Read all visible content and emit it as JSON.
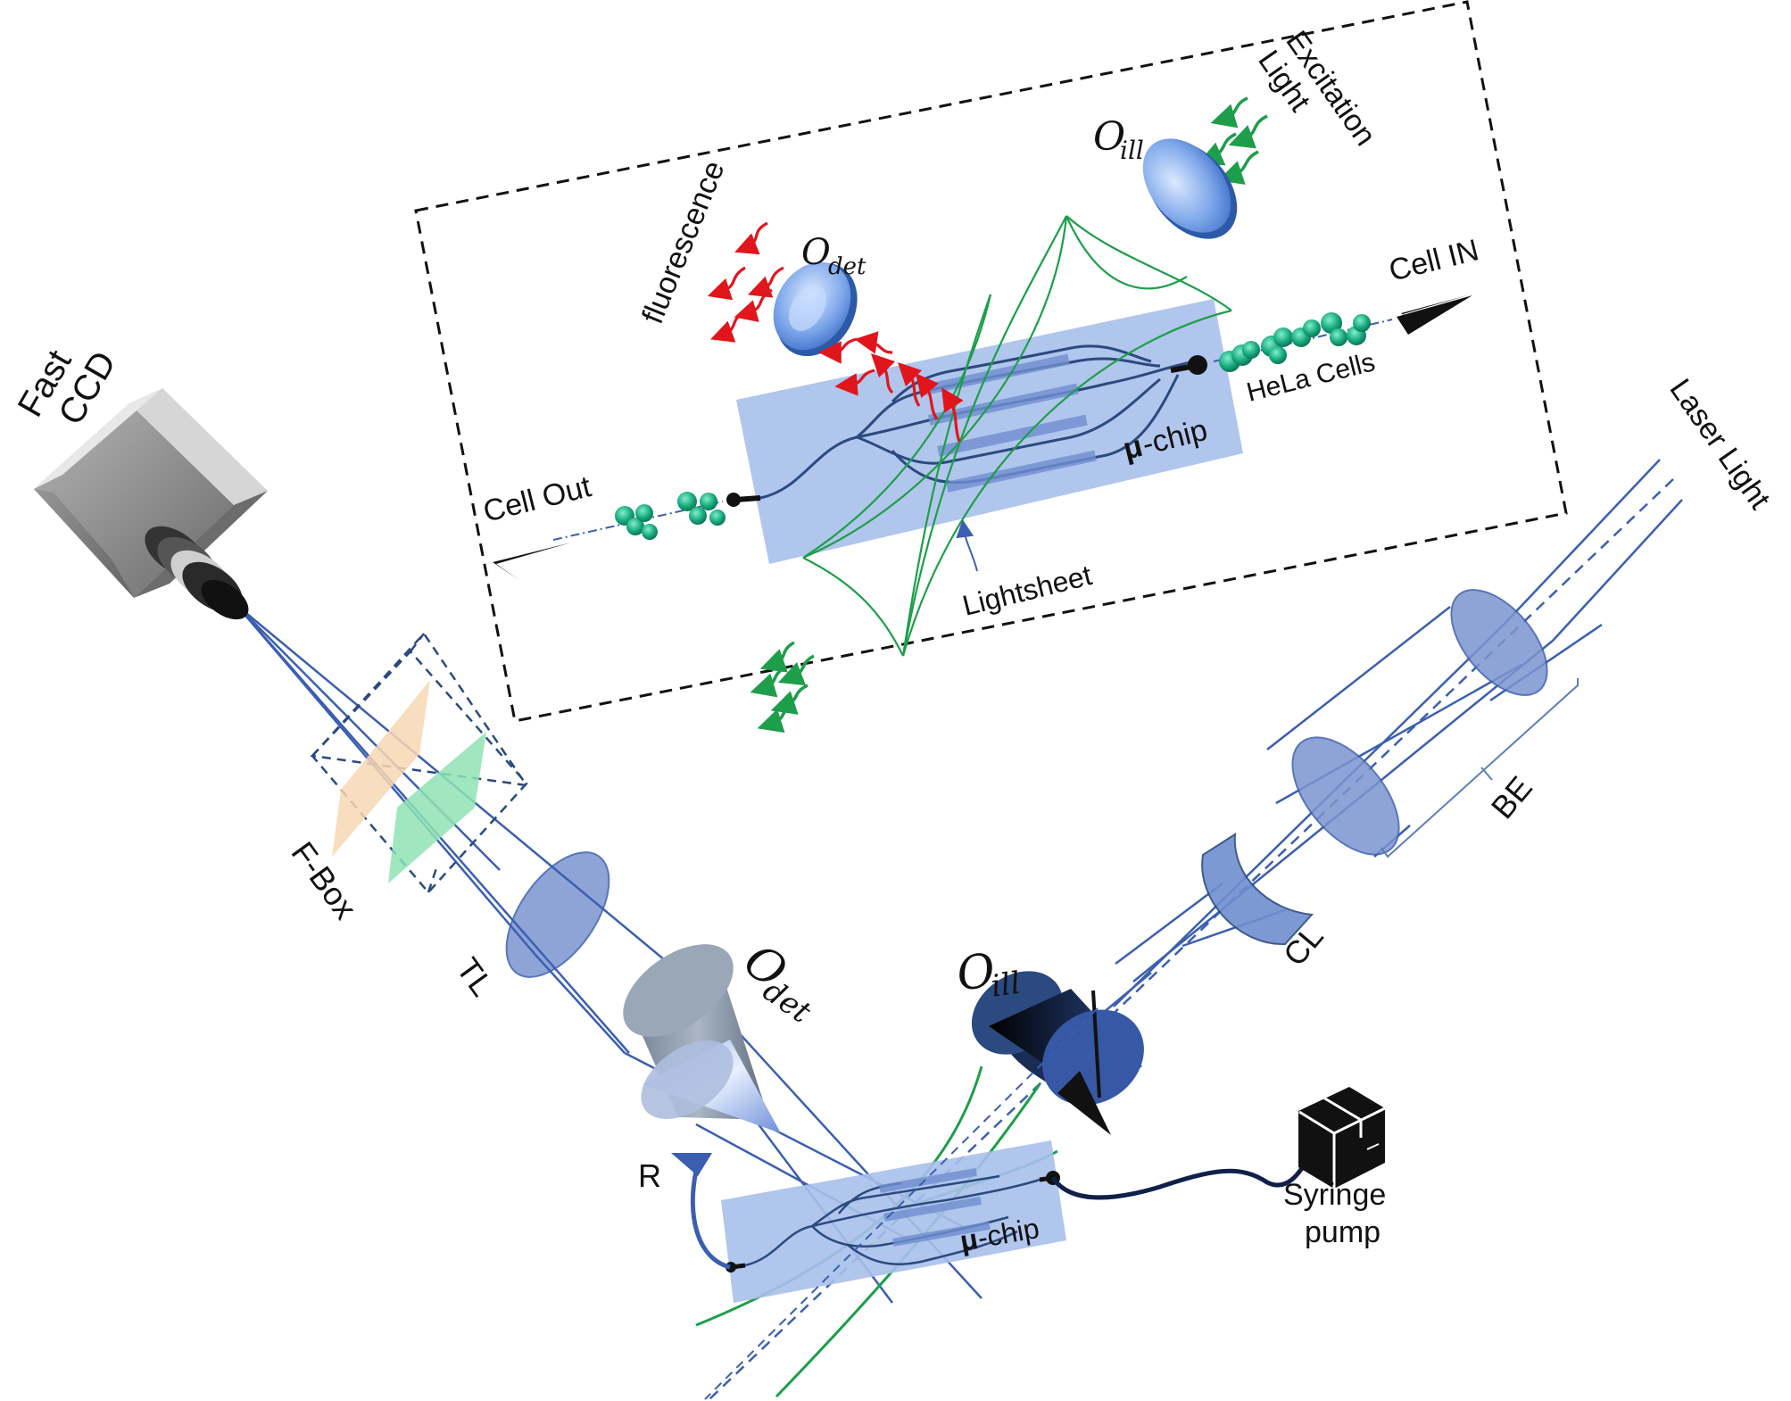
{
  "labels": {
    "fast_ccd": [
      "Fast",
      "CCD"
    ],
    "f_box": "F-Box",
    "tl": "TL",
    "o_det": {
      "main": "O",
      "sub": "det"
    },
    "o_ill": {
      "main": "O",
      "sub": "ill"
    },
    "cl": "CL",
    "be": "BE",
    "laser_light": "Laser Light",
    "r": "R",
    "chip": {
      "bold": "μ",
      "rest": "-chip"
    },
    "syringe_pump": [
      "Syringe",
      "pump"
    ],
    "inset": {
      "excitation_light": [
        "Excitation",
        "Light"
      ],
      "o_ill": {
        "main": "O",
        "sub": "ill"
      },
      "fluorescence": "fluorescence",
      "o_det": {
        "main": "O",
        "sub": "det"
      },
      "cell_in": "Cell IN",
      "hela_cells": "HeLa Cells",
      "chip": {
        "bold": "μ",
        "rest": "-chip"
      },
      "cell_out": "Cell Out",
      "lightsheet": "Lightsheet"
    }
  },
  "colors": {
    "beam": "#3b5fb0",
    "lightsheet": "#1e9e4a",
    "fluorescence": "#e0161c",
    "chip_fill": "#a9c0ea",
    "channel": "#2a4a80",
    "filter_orange": "#f8d7b4",
    "filter_green": "#8fe3b4",
    "cells": "#1fb389"
  }
}
